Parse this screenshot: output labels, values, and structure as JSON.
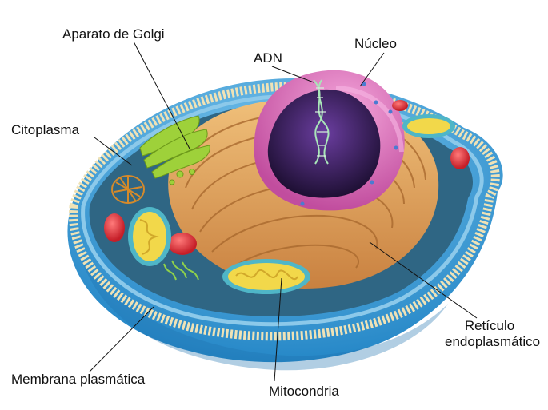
{
  "labels": {
    "golgi": "Aparato de Golgi",
    "adn": "ADN",
    "nucleo": "Núcleo",
    "citoplasma": "Citoplasma",
    "reticulo_line1": "Retículo",
    "reticulo_line2": "endoplasmático",
    "membrana": "Membrana plasmática",
    "mitocondria": "Mitocondria"
  },
  "colors": {
    "membrane_outer": "#3aa3dc",
    "membrane_inner": "#8cc9ea",
    "lipid_heads": "#efe2b6",
    "cytoplasm": "#3a6f8a",
    "er": "#e0a35c",
    "er_dark": "#b97838",
    "nucleus": "#e27ec4",
    "nucleus_inner": "#3a1f55",
    "golgi": "#9ed13a",
    "mitochondria": "#f2d84a",
    "mitochondria_outer": "#4fb6c7",
    "lysosome": "#e23a40"
  }
}
